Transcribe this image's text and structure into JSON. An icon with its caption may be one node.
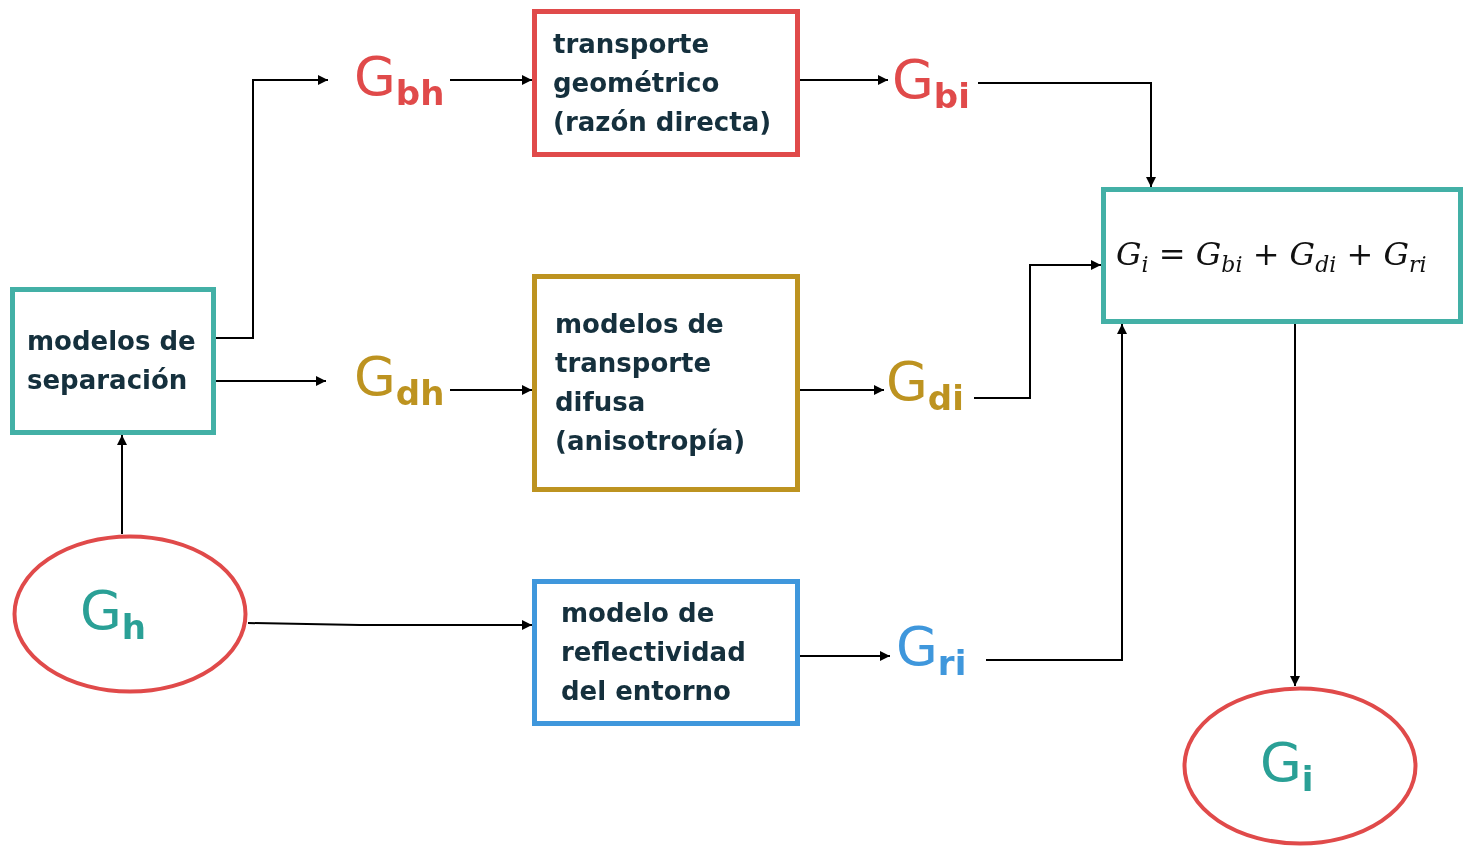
{
  "diagram": {
    "nodes": [
      {
        "text": [
          "G$_{h}$"
        ]
      },
      {
        "text": [
          "modelos de separación"
        ]
      },
      {
        "text": [
          "G$_{bh}$"
        ]
      },
      {
        "text": [
          "transporte geométrico (razón directa)"
        ]
      },
      {
        "text": [
          "G$_{bi}$"
        ]
      },
      {
        "text": [
          "G$_{dh}$"
        ]
      },
      {
        "text": [
          "modelos de transporte difusa (anisotropía)"
        ]
      },
      {
        "text": [
          "G$_{di}$"
        ]
      },
      {
        "text": [
          "modelo de reflectividad del entorno"
        ]
      },
      {
        "text": [
          "G$_{ri}$"
        ]
      },
      {
        "text": [
          "*G*$_{i}$ = *G*$_{bi}$ + *G*$_{di}$ + *G*$_{ri}$"
        ]
      },
      {
        "text": [
          "G$_{i}$"
        ]
      }
    ],
    "edges": [
      {
        "from": 0,
        "to": 1,
        "arrow": "to"
      },
      {
        "from": 1,
        "to": 2,
        "arrow": "to"
      },
      {
        "from": 1,
        "to": 5,
        "arrow": "to"
      },
      {
        "from": 2,
        "to": 3,
        "arrow": "to"
      },
      {
        "from": 3,
        "to": 4,
        "arrow": "to"
      },
      {
        "from": 4,
        "to": 10,
        "arrow": "to"
      },
      {
        "from": 5,
        "to": 6,
        "arrow": "to"
      },
      {
        "from": 6,
        "to": 7,
        "arrow": "to"
      },
      {
        "from": 7,
        "to": 10,
        "arrow": "to"
      },
      {
        "from": 0,
        "to": 8,
        "arrow": "to"
      },
      {
        "from": 8,
        "to": 9,
        "arrow": "to"
      },
      {
        "from": 9,
        "to": 10,
        "arrow": "to"
      },
      {
        "from": 10,
        "to": 11,
        "arrow": "to"
      }
    ]
  }
}
